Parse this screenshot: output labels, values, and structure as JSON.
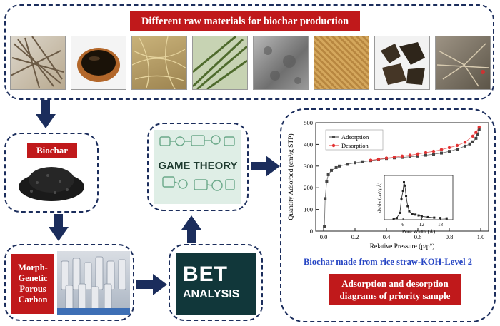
{
  "header": {
    "title": "Different raw materials for biochar production"
  },
  "raw_materials": [
    "vine-stems",
    "bowl-of-liquid",
    "dry-straw",
    "green-leaves",
    "grey-ash",
    "wood-chips",
    "dark-clumps",
    "dry-leaves"
  ],
  "biochar": {
    "label": "Biochar"
  },
  "porous_carbon": {
    "label": "Morph-Genetic Porous Carbon"
  },
  "game_theory": {
    "label": "GAME THEORY"
  },
  "bet": {
    "line1": "BET",
    "line2": "ANALYSIS"
  },
  "caption": {
    "sample": "Biochar made from rice straw-KOH-Level 2"
  },
  "result": {
    "label": "Adsorption and desorption diagrams of priority sample"
  },
  "chart_data": {
    "type": "line",
    "xlabel": "Relative Pressure (p/p°)",
    "ylabel": "Quantity Adsorbed (cm³/g STP)",
    "xlim": [
      -0.05,
      1.05
    ],
    "ylim": [
      0,
      500
    ],
    "xticks": [
      "0.0",
      "0.2",
      "0.4",
      "0.6",
      "0.8",
      "1.0"
    ],
    "yticks": [
      "0",
      "100",
      "200",
      "300",
      "400",
      "500"
    ],
    "legend_position": "top-left",
    "series": [
      {
        "name": "Adsorption",
        "color": "#444444",
        "marker": "square",
        "x": [
          0.005,
          0.01,
          0.02,
          0.03,
          0.05,
          0.08,
          0.1,
          0.15,
          0.2,
          0.25,
          0.3,
          0.35,
          0.4,
          0.45,
          0.5,
          0.55,
          0.6,
          0.65,
          0.7,
          0.75,
          0.8,
          0.85,
          0.9,
          0.93,
          0.95,
          0.97,
          0.98,
          0.99
        ],
        "y": [
          20,
          150,
          230,
          260,
          280,
          293,
          300,
          308,
          315,
          320,
          325,
          330,
          335,
          338,
          340,
          343,
          346,
          350,
          355,
          360,
          368,
          378,
          392,
          402,
          412,
          428,
          445,
          470
        ]
      },
      {
        "name": "Desorption",
        "color": "#e33333",
        "marker": "circle",
        "x": [
          0.99,
          0.97,
          0.95,
          0.9,
          0.85,
          0.8,
          0.75,
          0.7,
          0.65,
          0.6,
          0.55,
          0.5,
          0.45,
          0.4,
          0.35,
          0.3
        ],
        "y": [
          480,
          455,
          438,
          410,
          395,
          385,
          376,
          368,
          362,
          356,
          350,
          346,
          341,
          337,
          332,
          327
        ]
      }
    ],
    "inset": {
      "type": "line",
      "xlabel": "Pore Width (Å)",
      "ylabel": "dV/dw (cm³/g·Å)",
      "xlim": [
        0,
        22
      ],
      "ylim": [
        0,
        0.26
      ],
      "xticks": [
        "6",
        "12",
        "18"
      ],
      "x": [
        3,
        4,
        5,
        5.5,
        6,
        6.3,
        6.6,
        7,
        7.5,
        8,
        9,
        10,
        11,
        12,
        14,
        16,
        18,
        20
      ],
      "y": [
        0.005,
        0.01,
        0.04,
        0.12,
        0.17,
        0.22,
        0.2,
        0.14,
        0.08,
        0.05,
        0.035,
        0.03,
        0.025,
        0.02,
        0.015,
        0.012,
        0.01,
        0.008
      ]
    }
  }
}
